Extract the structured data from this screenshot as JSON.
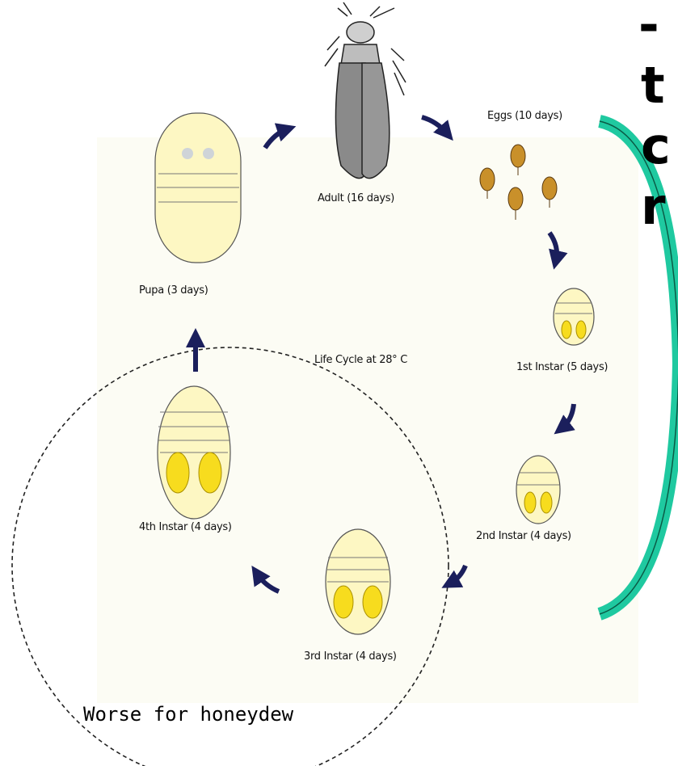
{
  "stages": {
    "adult": "Adult (16 days)",
    "eggs": "Eggs (10 days)",
    "first_instar": "1st Instar (5 days)",
    "second_instar": "2nd Instar (4 days)",
    "third_instar": "3rd Instar (4 days)",
    "fourth_instar": "4th Instar (4 days)",
    "pupa": "Pupa (3 days)"
  },
  "center_label": "Life Cycle at 28° C",
  "annotation": "Worse for honeydew",
  "slide_text_fragments": [
    "-",
    "t",
    "c",
    "r"
  ],
  "colors": {
    "arrow": "#1b1f5c",
    "bracket": "#1fc9a0",
    "nymph_body": "#fdf7c3",
    "nymph_spot": "#f7dc1e",
    "egg": "#c9902a",
    "adult_wing": "#8a8a8a"
  }
}
